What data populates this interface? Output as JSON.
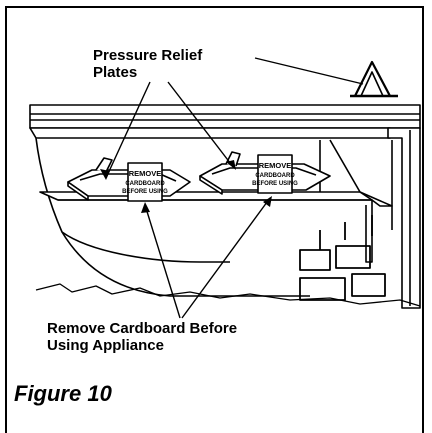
{
  "labels": {
    "pressure_relief": "Pressure Relief\nPlates",
    "remove_cardboard": "Remove Cardboard Before\nUsing Appliance",
    "figure_caption": "Figure 10"
  },
  "tags": [
    {
      "line1": "REMOVE",
      "line2": "CARDBOARD",
      "line3": "BEFORE USING"
    },
    {
      "line1": "REMOVE",
      "line2": "CARDBOARD",
      "line3": "BEFORE USING"
    }
  ],
  "colors": {
    "ink": "#000000",
    "paper": "#ffffff"
  }
}
